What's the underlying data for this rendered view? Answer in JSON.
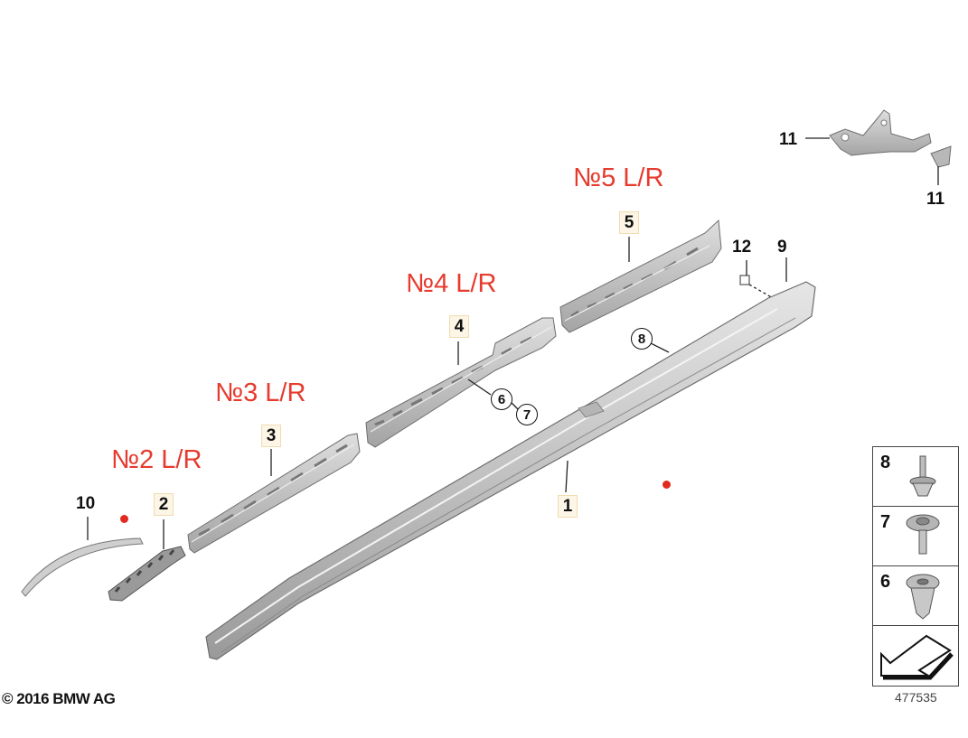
{
  "callouts": {
    "p1": "1",
    "p2": "2",
    "p3": "3",
    "p4": "4",
    "p5": "5",
    "p6": "6",
    "p7": "7",
    "p8": "8",
    "p9": "9",
    "p10": "10",
    "p11a": "11",
    "p11b": "11",
    "p12": "12"
  },
  "annotations": {
    "n2": "№2 L/R",
    "n3": "№3 L/R",
    "n4": "№4 L/R",
    "n5": "№5 L/R"
  },
  "legend": {
    "items": [
      "8",
      "7",
      "6"
    ]
  },
  "footer": {
    "copyright": "© 2016 BMW AG",
    "diagram_id": "477535"
  },
  "colors": {
    "annotation_red": "#e63b2e",
    "part_gray": "#c9c9c9",
    "part_dark": "#8a8a8a"
  }
}
